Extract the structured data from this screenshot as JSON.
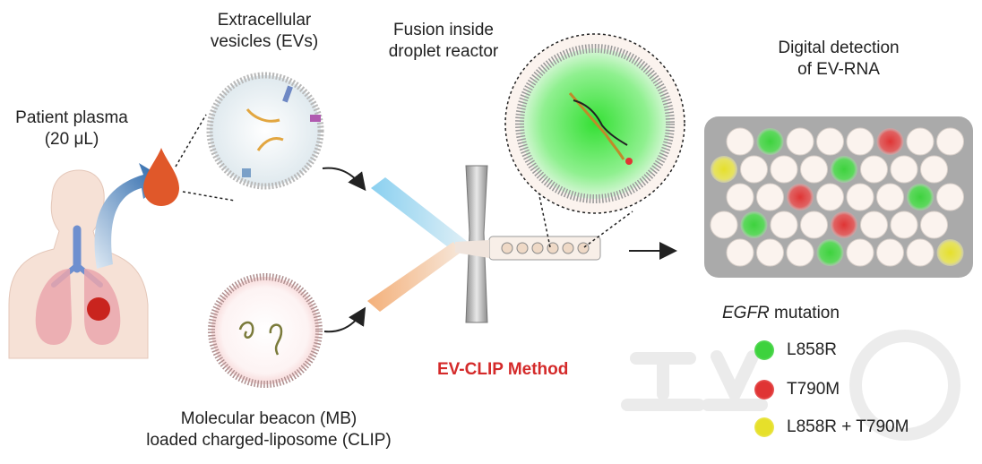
{
  "labels": {
    "patient": [
      "Patient plasma",
      "(20 μL)"
    ],
    "evs": [
      "Extracellular",
      "vesicles (EVs)"
    ],
    "fusion": [
      "Fusion inside",
      "droplet reactor"
    ],
    "digital": [
      "Digital detection",
      "of EV-RNA"
    ],
    "clip": [
      "Molecular beacon (MB)",
      "loaded charged-liposome (CLIP)"
    ],
    "method": "EV-CLIP Method"
  },
  "legend": {
    "title_italic": "EGFR",
    "title_rest": " mutation",
    "items": [
      {
        "label": "L858R",
        "color": "#3dd23d"
      },
      {
        "label": "T790M",
        "color": "#e03434"
      },
      {
        "label": "L858R + T790M",
        "color": "#e6e02a"
      }
    ]
  },
  "colors": {
    "green": "#3dd23d",
    "red": "#e03434",
    "yellow": "#e6e02a",
    "well": "#fbf3ee",
    "plate": "#aaaaaa"
  },
  "grid": {
    "rows": [
      [
        "n",
        "g",
        "n",
        "n",
        "n",
        "r",
        "n",
        "n"
      ],
      [
        "y",
        "n",
        "n",
        "n",
        "g",
        "n",
        "n",
        "n"
      ],
      [
        "n",
        "n",
        "r",
        "n",
        "n",
        "n",
        "g",
        "n"
      ],
      [
        "n",
        "g",
        "n",
        "n",
        "r",
        "n",
        "n",
        "n"
      ],
      [
        "n",
        "n",
        "n",
        "g",
        "n",
        "n",
        "n",
        "y"
      ]
    ]
  }
}
